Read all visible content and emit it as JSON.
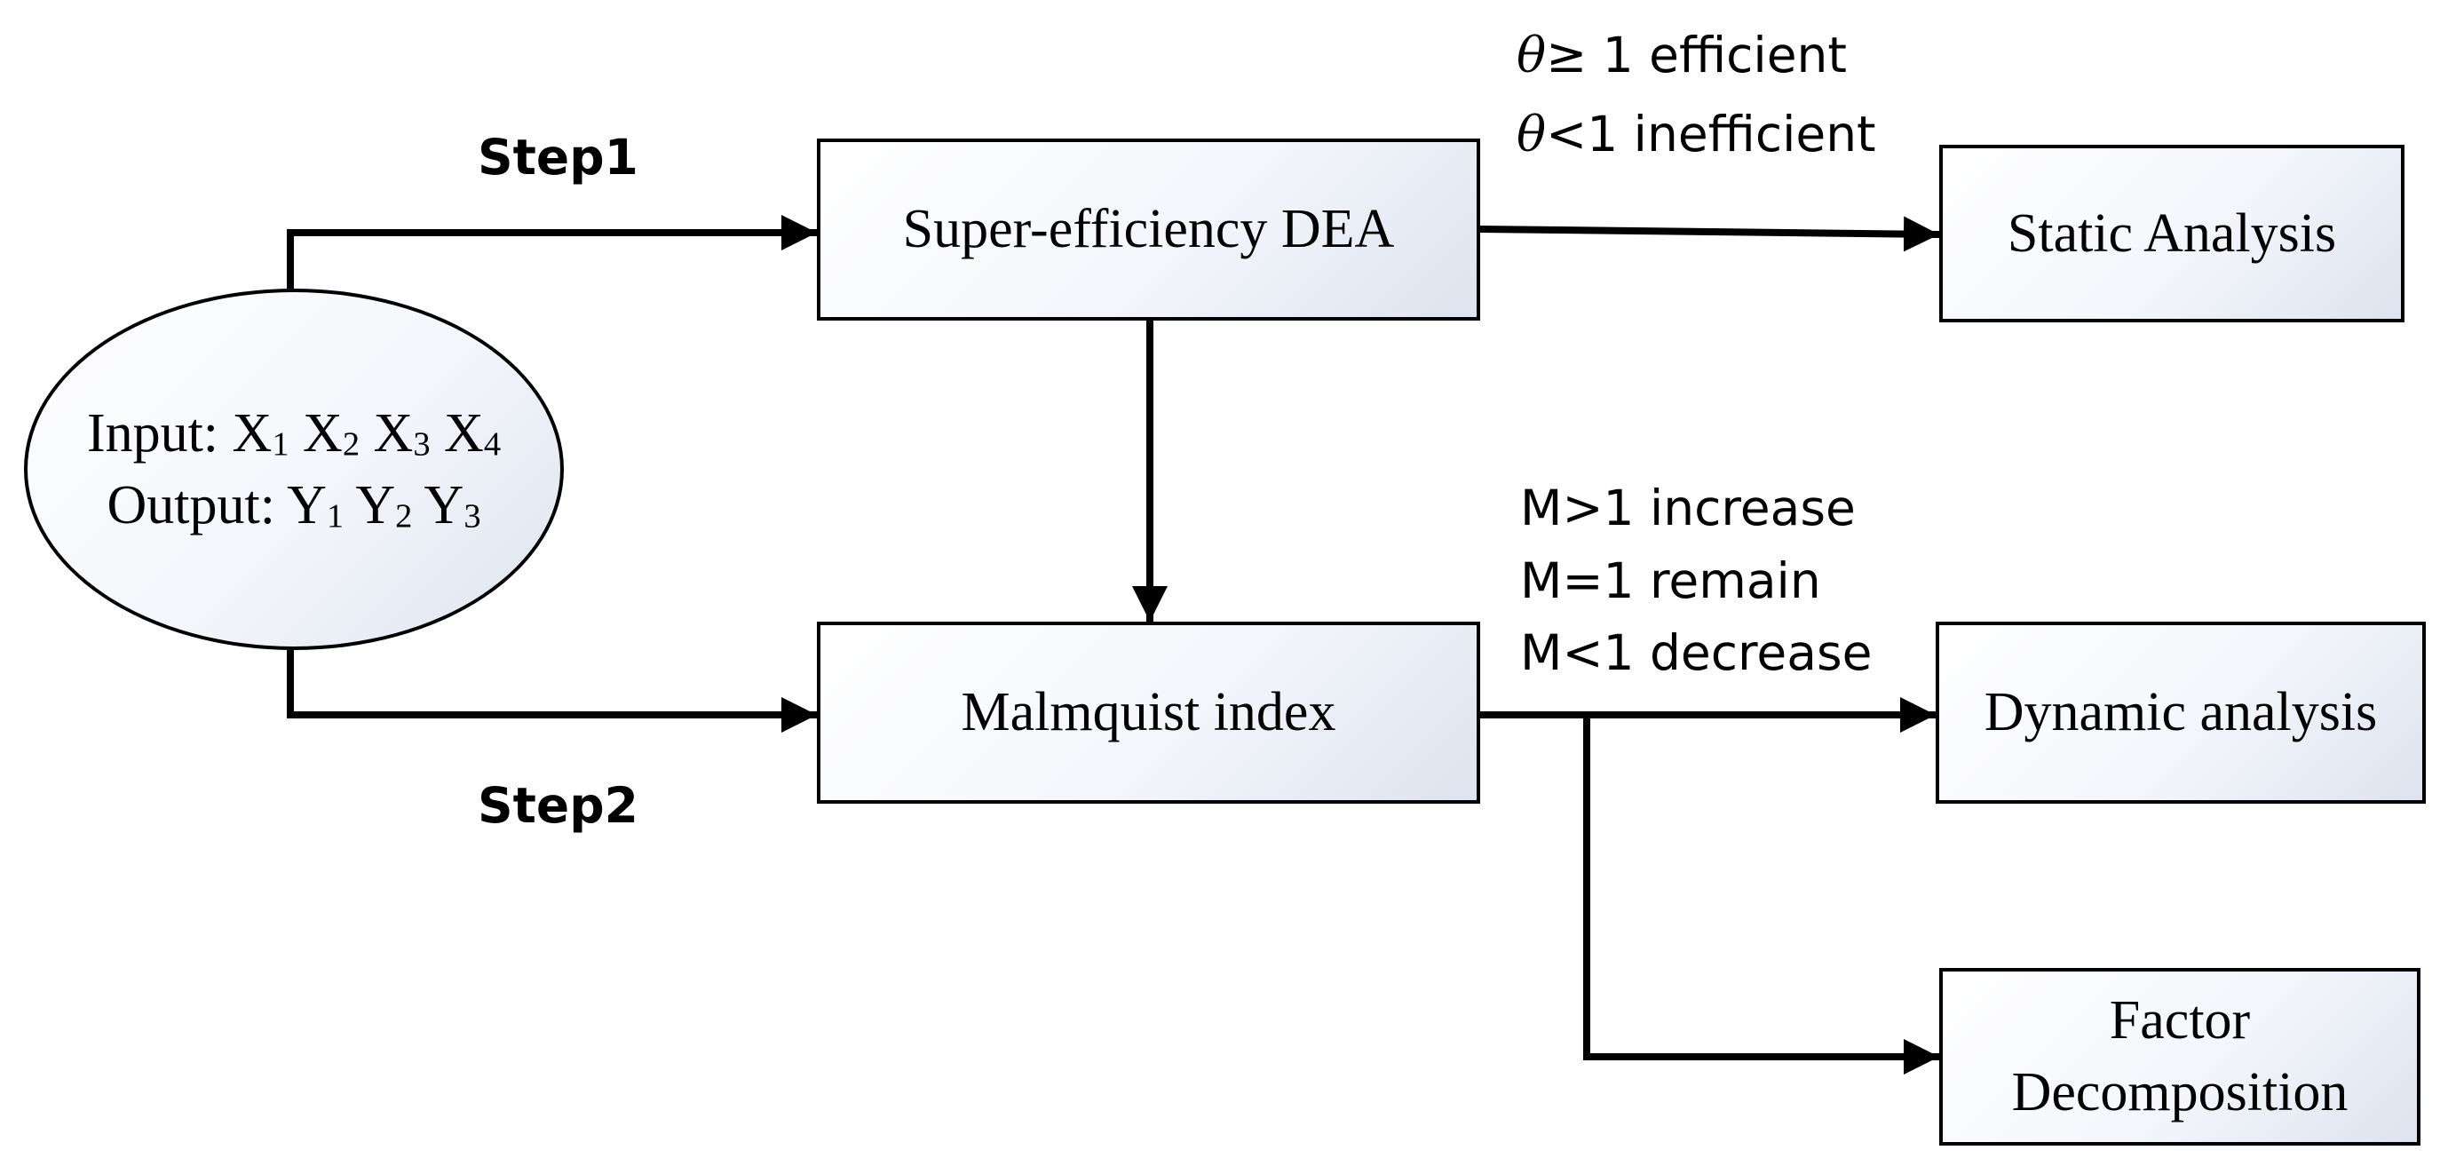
{
  "nodes": {
    "inputs": {
      "input_label": "Input:",
      "x_symbol": "X",
      "x_subscripts": [
        "1",
        "2",
        "3",
        "4"
      ],
      "output_label": "Output:",
      "y_symbol": "Y",
      "y_subscripts": [
        "1",
        "2",
        "3"
      ]
    },
    "dea": "Super-efficiency DEA",
    "malmquist": "Malmquist index",
    "static": "Static Analysis",
    "dynamic": "Dynamic analysis",
    "factor": [
      "Factor",
      "Decomposition"
    ]
  },
  "labels": {
    "step1": "Step1",
    "step2": "Step2",
    "theta_symbol": "θ",
    "theta_rules": [
      "≥ 1 efficient",
      "<1 inefficient"
    ],
    "m_rules": [
      "M>1 increase",
      "M=1 remain",
      "M<1 decrease"
    ]
  }
}
